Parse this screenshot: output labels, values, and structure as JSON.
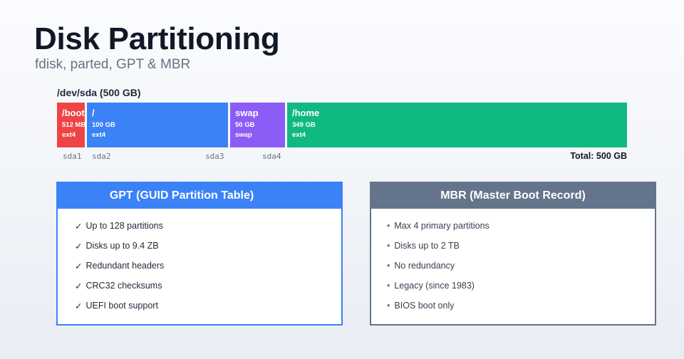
{
  "header": {
    "title": "Disk Partitioning",
    "subtitle": "fdisk, parted, GPT & MBR"
  },
  "disk": {
    "label": "/dev/sda (500 GB)",
    "total": "Total: 500 GB",
    "partitions": [
      {
        "name": "/boot",
        "size": "512 MB",
        "fs": "ext4",
        "device": "sda1",
        "color": "#ef4444"
      },
      {
        "name": "/",
        "size": "100 GB",
        "fs": "ext4",
        "device": "sda2",
        "color": "#3b82f6"
      },
      {
        "name": "swap",
        "size": "50 GB",
        "fs": "swap",
        "device": "sda3",
        "color": "#8b5cf6"
      },
      {
        "name": "/home",
        "size": "349 GB",
        "fs": "ext4",
        "device": "sda4",
        "color": "#10b981"
      }
    ]
  },
  "gpt": {
    "title": "GPT (GUID Partition Table)",
    "marker": "✓",
    "color": "#3b82f6",
    "items": [
      "Up to 128 partitions",
      "Disks up to 9.4 ZB",
      "Redundant headers",
      "CRC32 checksums",
      "UEFI boot support"
    ]
  },
  "mbr": {
    "title": "MBR (Master Boot Record)",
    "marker": "•",
    "color": "#64748b",
    "items": [
      "Max 4 primary partitions",
      "Disks up to 2 TB",
      "No redundancy",
      "Legacy (since 1983)",
      "BIOS boot only"
    ]
  }
}
